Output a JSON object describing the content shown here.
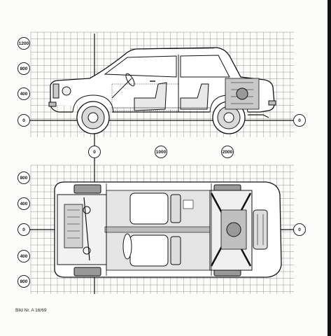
{
  "side_view": {
    "y_labels": [
      "1200",
      "800",
      "400",
      "0"
    ],
    "right_label": "0"
  },
  "x_axis": {
    "labels": [
      "0",
      "1000",
      "2000"
    ]
  },
  "top_view": {
    "y_labels": [
      "800",
      "400",
      "0",
      "400",
      "800"
    ],
    "right_label": "0"
  },
  "caption": "Bild Nr. A 16/69",
  "colors": {
    "ink": "#1a1a1a",
    "grid": "#777777",
    "paper": "#fcfcfa"
  }
}
